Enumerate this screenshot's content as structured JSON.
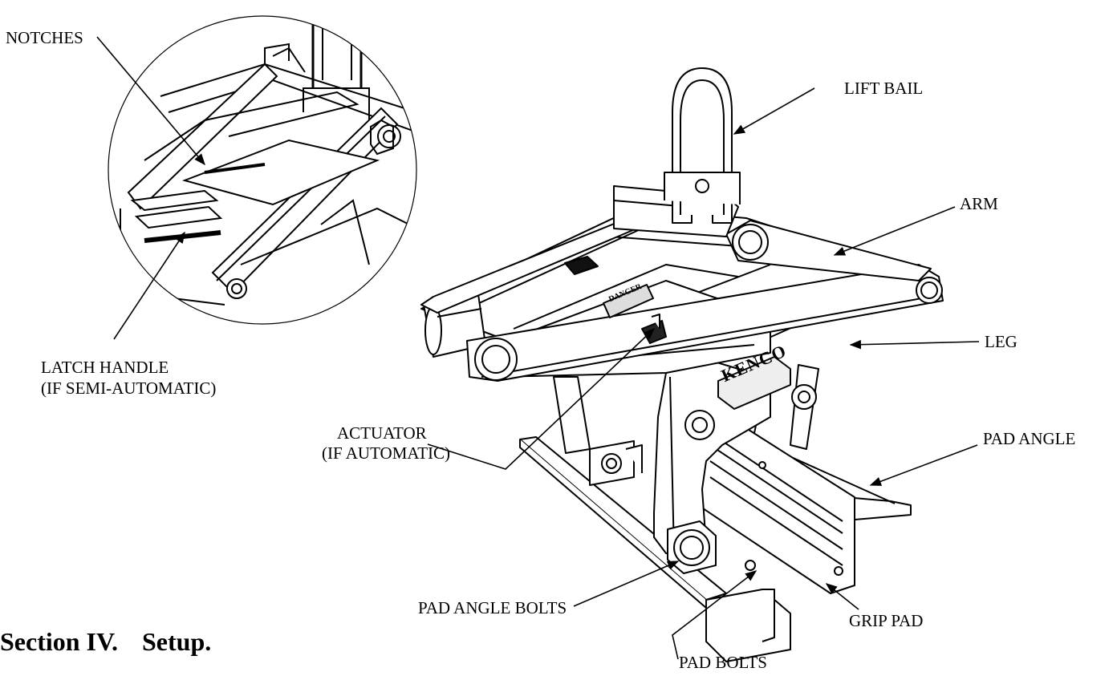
{
  "labels": {
    "notches": "NOTCHES",
    "latch_handle_1": "LATCH HANDLE",
    "latch_handle_2": "(IF SEMI-AUTOMATIC)",
    "actuator_1": "ACTUATOR",
    "actuator_2": "(IF AUTOMATIC)",
    "lift_bail": "LIFT BAIL",
    "arm": "ARM",
    "leg": "LEG",
    "pad_angle": "PAD ANGLE",
    "pad_angle_bolts": "PAD ANGLE BOLTS",
    "pad_bolts": "PAD BOLTS",
    "grip_pad": "GRIP PAD"
  },
  "plates": {
    "brand": "KENCO",
    "danger": "DANGER"
  },
  "heading": {
    "section": "Section IV.",
    "title": "Setup."
  }
}
